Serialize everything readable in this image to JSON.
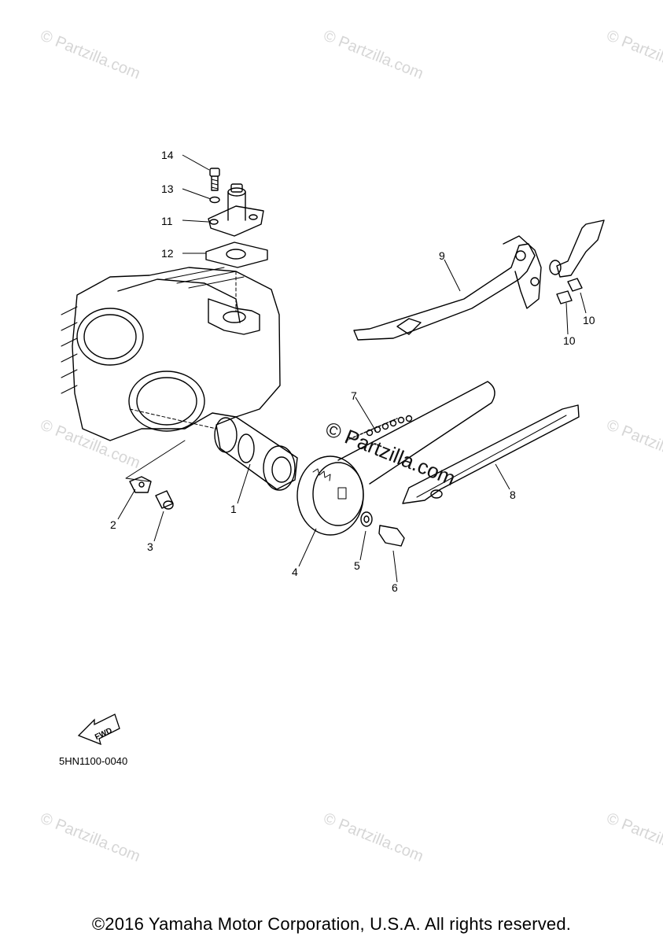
{
  "watermark": {
    "text": "© Partzilla.com",
    "center_text": "© Partzilla.com"
  },
  "callouts": {
    "c1": "1",
    "c2": "2",
    "c3": "3",
    "c4": "4",
    "c5": "5",
    "c6": "6",
    "c7": "7",
    "c8": "8",
    "c9": "9",
    "c10a": "10",
    "c10b": "10",
    "c11": "11",
    "c12": "12",
    "c13": "13",
    "c14": "14"
  },
  "fwd_label": "FWD",
  "diagram_code": "5HN1100-0040",
  "copyright": "©2016 Yamaha Motor Corporation, U.S.A. All rights reserved."
}
